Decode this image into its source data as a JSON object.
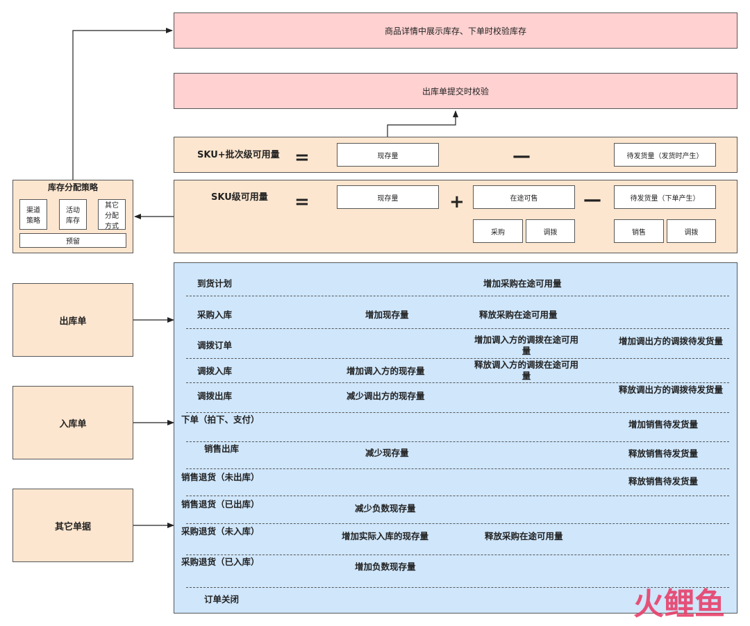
{
  "top_boxes": {
    "product_detail": "商品详情中展示库存、下单时校验库存",
    "outbound_submit": "出库单提交时校验"
  },
  "batch_row": {
    "label": "SKU+批次级可用量",
    "equals": "=",
    "on_hand": "现存量",
    "minus": "—",
    "pending_ship": "待发货量（发货时产生）"
  },
  "sku_row": {
    "label": "SKU级可用量",
    "equals": "=",
    "on_hand": "现存量",
    "plus": "+",
    "in_transit": "在途可售",
    "minus": "—",
    "pending_ship": "待发货量（下单产生）",
    "sub_purchase": "采购",
    "sub_transfer_in": "调拨",
    "sub_sales": "销售",
    "sub_transfer_out": "调拨"
  },
  "strategy": {
    "title": "库存分配策略",
    "channel": "渠道策略",
    "activity": "活动库存",
    "other": "其它分配方式",
    "reserve": "预留"
  },
  "documents": {
    "outbound": "出库单",
    "inbound": "入库单",
    "other": "其它单据"
  },
  "rules": [
    {
      "event": "到货计划",
      "col1": "",
      "col2": "增加采购在途可用量",
      "col3": ""
    },
    {
      "event": "采购入库",
      "col1": "增加现存量",
      "col2": "释放采购在途可用量",
      "col3": ""
    },
    {
      "event": "调拨订单",
      "col1": "",
      "col2": "增加调入方的调拨在途可用量",
      "col3": "增加调出方的调拨待发货量"
    },
    {
      "event": "调拨入库",
      "col1": "增加调入方的现存量",
      "col2": "释放调入方的调拨在途可用量",
      "col3": ""
    },
    {
      "event": "调拨出库",
      "col1": "减少调出方的现存量",
      "col2": "",
      "col3": "释放调出方的调拨待发货量"
    },
    {
      "event": "下单（拍下、支付）",
      "col1": "",
      "col2": "",
      "col3": "增加销售待发货量"
    },
    {
      "event": "销售出库",
      "col1": "减少现存量",
      "col2": "",
      "col3": "释放销售待发货量"
    },
    {
      "event": "销售退货（未出库）",
      "col1": "",
      "col2": "",
      "col3": "释放销售待发货量"
    },
    {
      "event": "销售退货（已出库）",
      "col1": "减少负数现存量",
      "col2": "",
      "col3": ""
    },
    {
      "event": "采购退货（未入库）",
      "col1": "增加实际入库的现存量",
      "col2": "释放采购在途可用量",
      "col3": ""
    },
    {
      "event": "采购退货（已入库）",
      "col1": "增加负数现存量",
      "col2": "",
      "col3": ""
    },
    {
      "event": "订单关闭",
      "col1": "",
      "col2": "",
      "col3": ""
    }
  ],
  "watermark": "火鲤鱼",
  "colors": {
    "pink": "#ffd1d1",
    "orange": "#fde6cf",
    "blue": "#cfe6fb",
    "watermark": "#e8406a"
  }
}
